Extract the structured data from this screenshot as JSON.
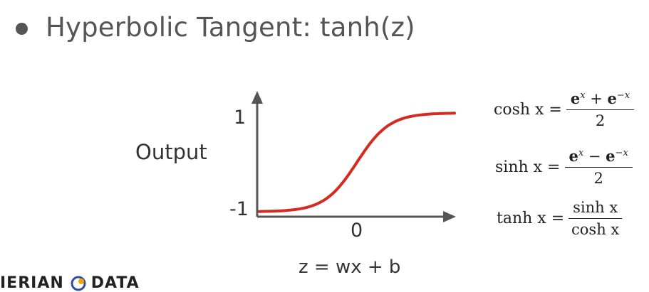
{
  "slide": {
    "title": "Hyperbolic Tangent: tanh(z)"
  },
  "plot": {
    "ylabel": "Output",
    "y_tick_top": "1",
    "y_tick_bottom": "-1",
    "x_tick_zero": "0",
    "xlabel": "z = wx + b",
    "curve_color": "#d42a1f",
    "axis_color": "#555555"
  },
  "formulas": {
    "cosh": {
      "lhs": "cosh x =",
      "numerator": "e",
      "den": "2"
    },
    "sinh": {
      "lhs": "sinh x =",
      "den": "2"
    },
    "tanh": {
      "lhs": "tanh x =",
      "numerator": "sinh x",
      "den": "cosh x"
    }
  },
  "logo": {
    "left_text": "IERIAN",
    "right_text": "DATA",
    "accent_colors": [
      "#f2a900",
      "#2f4ea1"
    ]
  }
}
